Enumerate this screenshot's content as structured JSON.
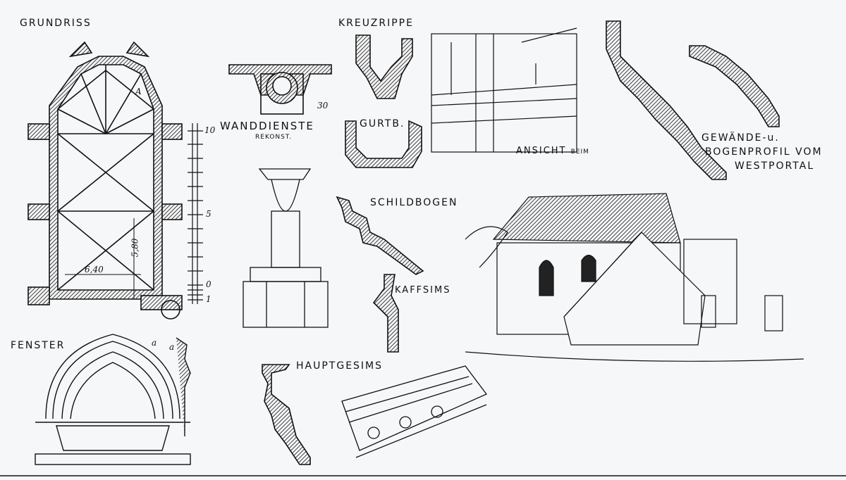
{
  "labels": {
    "grundriss": "GRUNDRISS",
    "kreuzrippe": "KREUZRIPPE",
    "wanddienste": "WANDDIENSTE",
    "rekonst": "REKONST.",
    "wanddienste_dim": "30",
    "gurtb": "GURTB.",
    "ansicht": "ANSICHT",
    "ansicht_suffix": "BEIM",
    "gewaende_1": "GEWÄNDE-u.",
    "gewaende_2": "BOGENPROFIL VOM",
    "gewaende_3": "WESTPORTAL",
    "schildbogen": "SCHILDBOGEN",
    "kaffsims": "KAFFSIMS",
    "fenster": "FENSTER",
    "hauptgesims": "HAUPTGESIMS"
  },
  "plan": {
    "point_a": "A",
    "width_dim": "6,40",
    "length_dim": "5,80"
  },
  "scale_bar": {
    "ticks": [
      "10",
      "5",
      "0",
      "1"
    ]
  },
  "fenster_marks": [
    "a",
    "a"
  ]
}
